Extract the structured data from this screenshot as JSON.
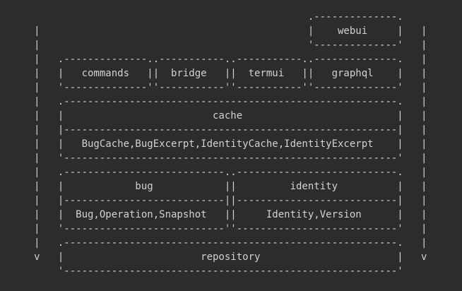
{
  "terminal": {
    "colors": {
      "background": "#2c2c2c",
      "foreground": "#d2d2d2"
    },
    "diagram_lines": [
      "                                                   .--------------.",
      "     |                                             |    webui     |   |",
      "     |                                             '--------------'   |",
      "     |   .--------------..-----------..-----------..--------------.   |",
      "     |   |   commands   ||  bridge   ||  termui   ||   graphql    |   |",
      "     |   '--------------''-----------''-----------''--------------'   |",
      "     |   .--------------------------------------------------------.   |",
      "     |   |                         cache                          |   |",
      "     |   |--------------------------------------------------------|   |",
      "     |   |   BugCache,BugExcerpt,IdentityCache,IdentityExcerpt    |   |",
      "     |   '--------------------------------------------------------'   |",
      "     |   .---------------------------..---------------------------.   |",
      "     |   |            bug            ||         identity          |   |",
      "     |   |---------------------------||---------------------------|   |",
      "     |   |  Bug,Operation,Snapshot   ||     Identity,Version      |   |",
      "     |   '---------------------------''---------------------------'   |",
      "     |   .--------------------------------------------------------.   |",
      "     v   |                       repository                       |   v",
      "         '--------------------------------------------------------'"
    ]
  },
  "architecture": {
    "arrow_glyph": "v",
    "nodes": [
      {
        "label": "webui",
        "members": ""
      },
      {
        "label": "commands",
        "members": ""
      },
      {
        "label": "bridge",
        "members": ""
      },
      {
        "label": "termui",
        "members": ""
      },
      {
        "label": "graphql",
        "members": ""
      },
      {
        "label": "cache",
        "members": "BugCache,BugExcerpt,IdentityCache,IdentityExcerpt"
      },
      {
        "label": "bug",
        "members": "Bug,Operation,Snapshot"
      },
      {
        "label": "identity",
        "members": "Identity,Version"
      },
      {
        "label": "repository",
        "members": ""
      }
    ]
  }
}
